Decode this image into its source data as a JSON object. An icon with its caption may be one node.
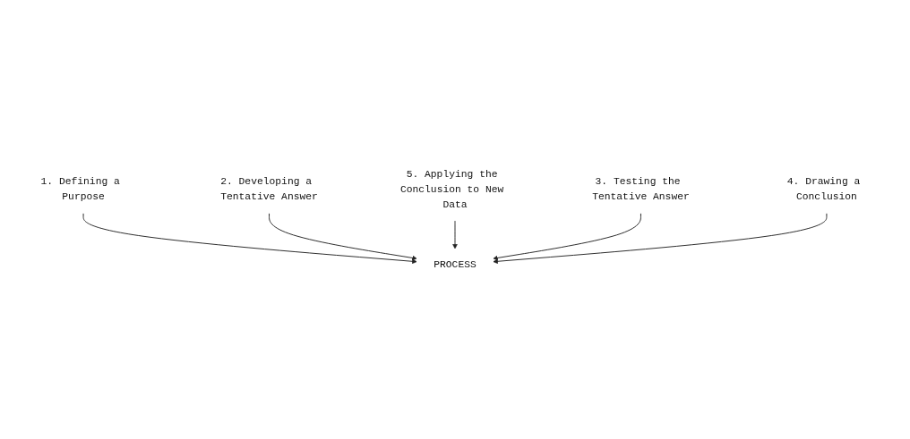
{
  "diagram": {
    "nodes": [
      {
        "text": [
          "1. Defining a Purpose"
        ]
      },
      {
        "text": [
          "2. Developing a Tentative Answer"
        ]
      },
      {
        "text": [
          "PROCESS"
        ]
      },
      {
        "text": [
          "5. Applying the Conclusion to New Data"
        ]
      },
      {
        "text": [
          "3. Testing the Tentative Answer"
        ]
      },
      {
        "text": [
          "4. Drawing a Conclusion"
        ]
      }
    ],
    "edges": [
      {
        "from": 0,
        "to": 2,
        "arrow": "to"
      },
      {
        "from": 1,
        "to": 2,
        "arrow": "to"
      },
      {
        "from": 3,
        "to": 2,
        "arrow": "to"
      },
      {
        "from": 4,
        "to": 2,
        "arrow": "to"
      },
      {
        "from": 5,
        "to": 2,
        "arrow": "to"
      }
    ]
  }
}
